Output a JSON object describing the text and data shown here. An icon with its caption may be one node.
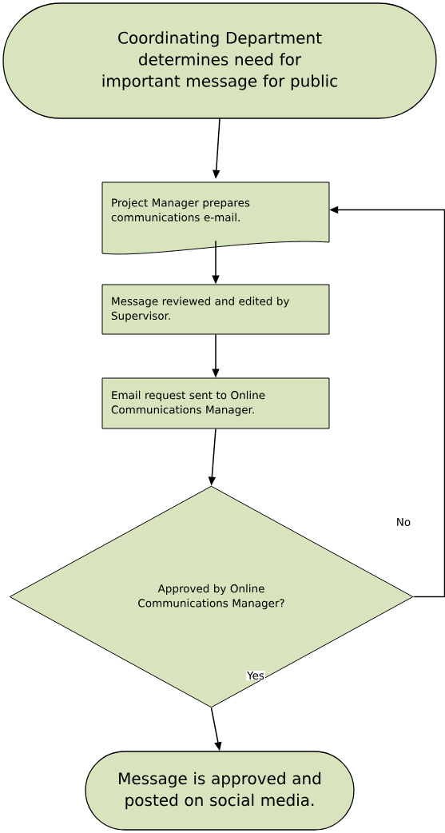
{
  "diagram": {
    "nodes": [
      {
        "text": [
          "Coordinating Department determines need for important message for public"
        ]
      },
      {
        "text": [
          "Project Manager prepares communications e-mail."
        ]
      },
      {
        "text": [
          "Message reviewed and edited by Supervisor."
        ]
      },
      {
        "text": [
          "Email request sent to Online Communications Manager."
        ]
      },
      {
        "text": [
          "Approved by Online Communications Manager?"
        ]
      },
      {
        "text": [
          "Message is approved and posted on social media."
        ]
      }
    ],
    "edges": [
      {
        "from": 0,
        "to": 1,
        "arrow": "to"
      },
      {
        "from": 1,
        "to": 2,
        "arrow": "to"
      },
      {
        "from": 2,
        "to": 3,
        "arrow": "to"
      },
      {
        "from": 3,
        "to": 4,
        "arrow": "to"
      },
      {
        "from": 4,
        "to": 5,
        "arrow": "to",
        "label": "Yes"
      },
      {
        "from": 4,
        "to": 1,
        "arrow": "to",
        "label": "No"
      }
    ]
  }
}
